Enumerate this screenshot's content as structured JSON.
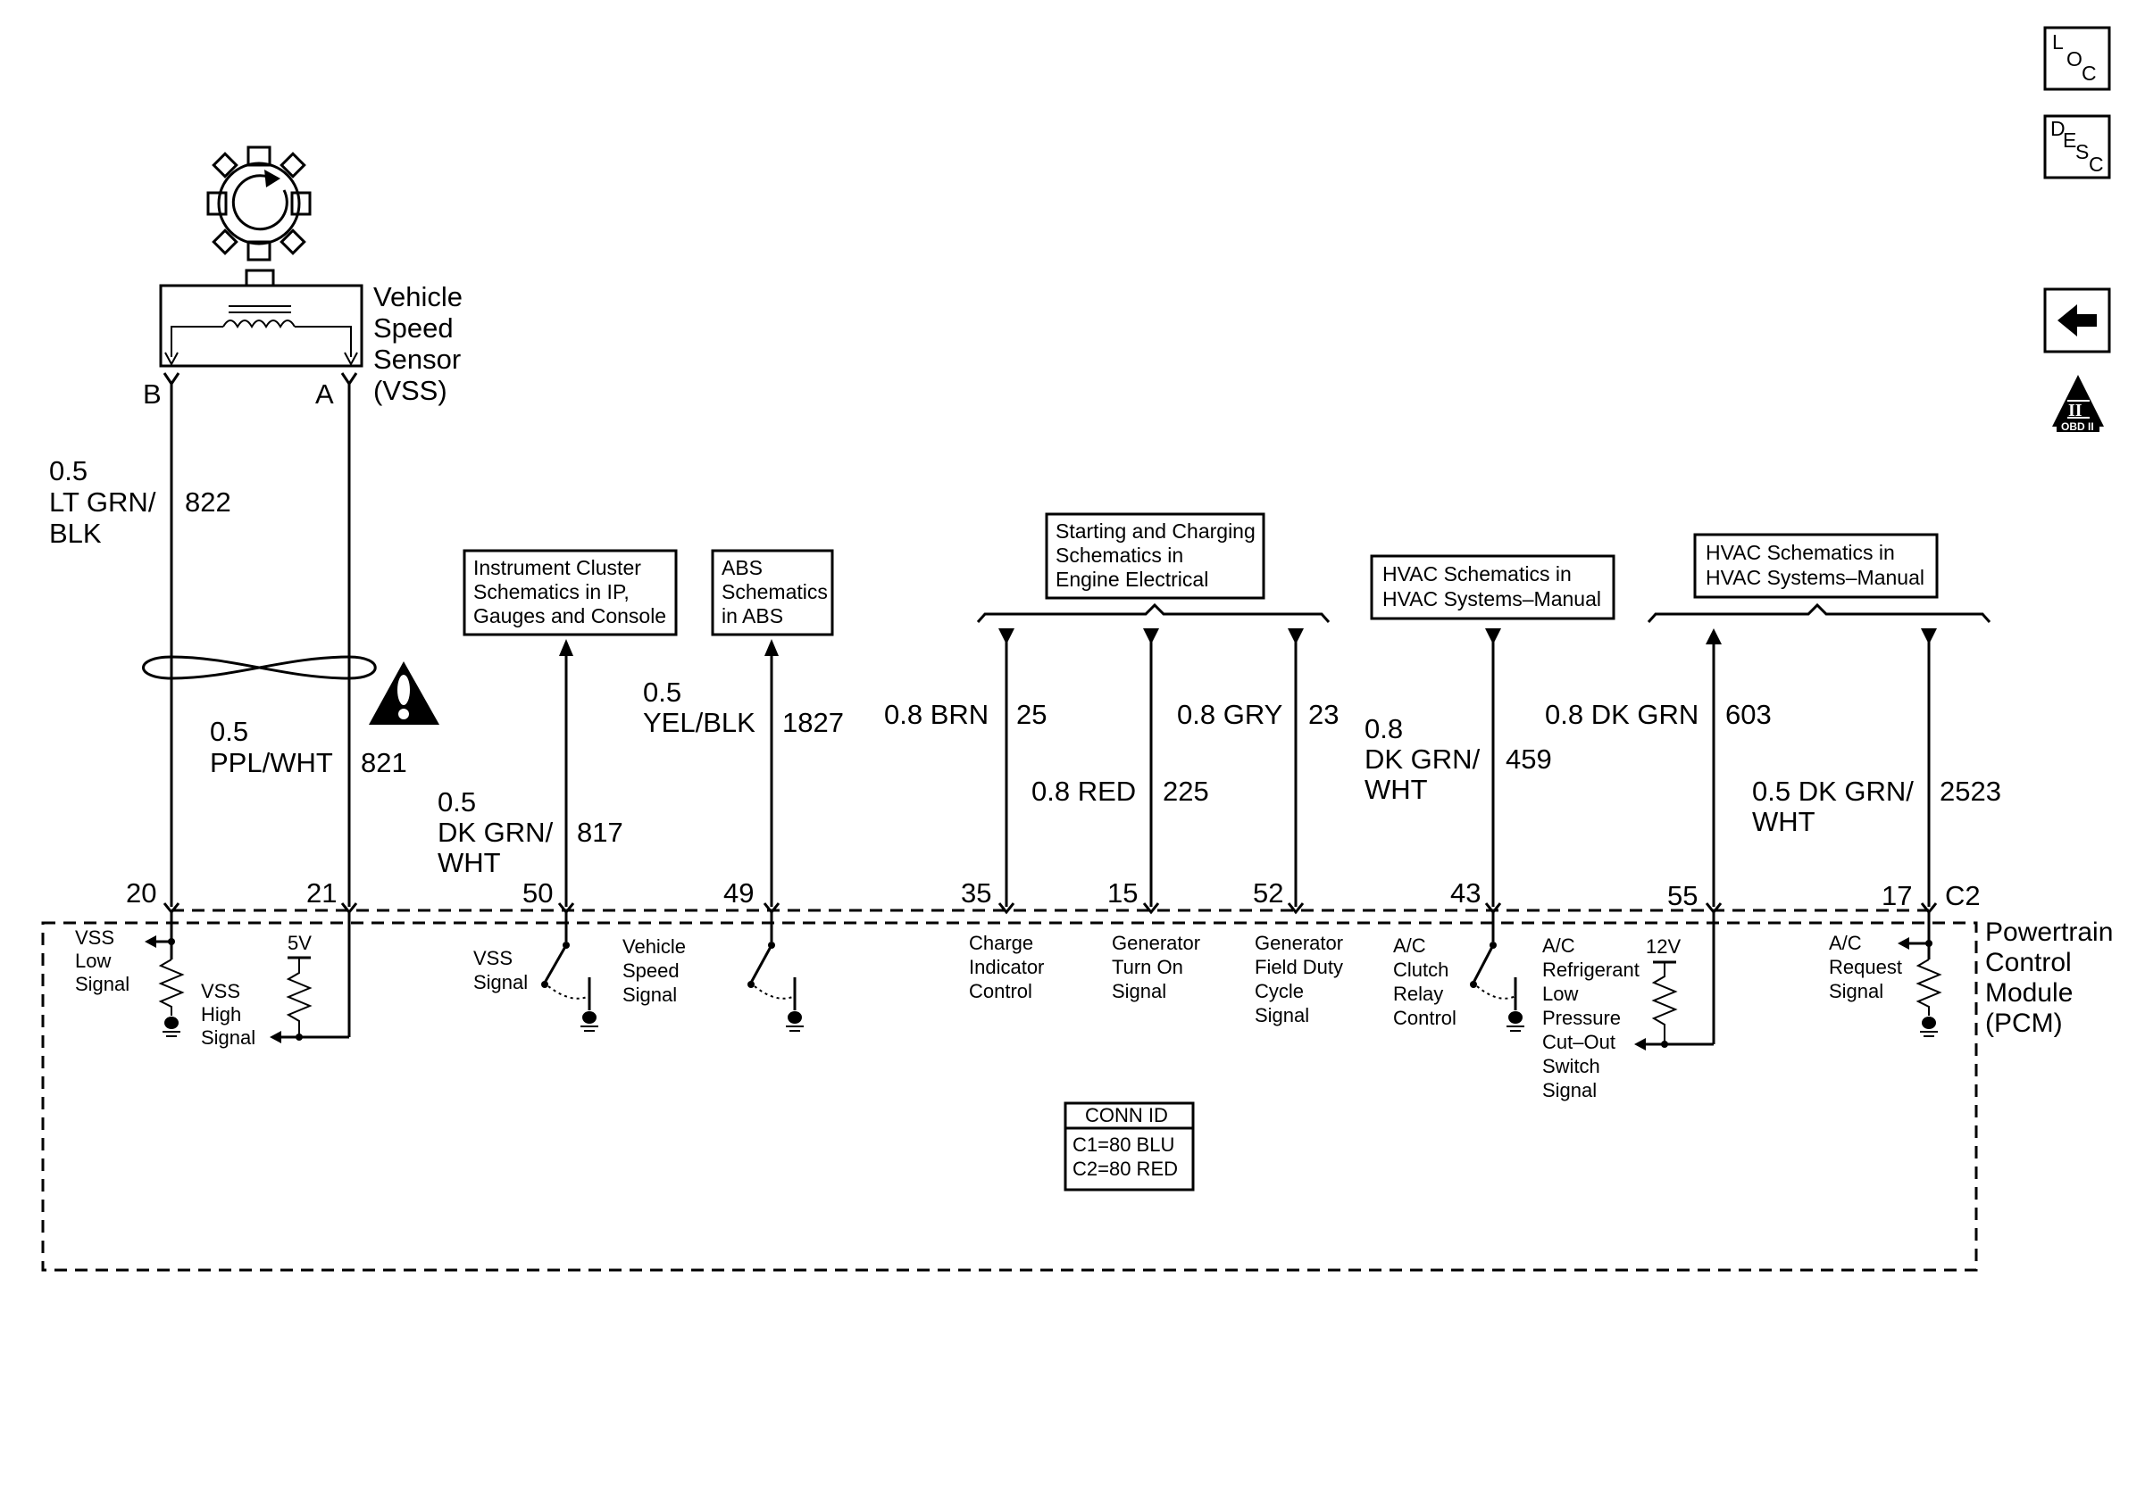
{
  "sensor": {
    "name_lines": [
      "Vehicle",
      "Speed",
      "Sensor",
      "(VSS)"
    ],
    "pin_b": "B",
    "pin_a": "A"
  },
  "wires": [
    {
      "id": "822",
      "lines": [
        "0.5",
        "LT GRN/",
        "BLK"
      ],
      "circuit": "822"
    },
    {
      "id": "821",
      "lines": [
        "0.5",
        "PPL/WHT"
      ],
      "circuit": "821"
    },
    {
      "id": "817",
      "lines": [
        "0.5",
        "DK GRN/",
        "WHT"
      ],
      "circuit": "817"
    },
    {
      "id": "1827",
      "lines": [
        "0.5",
        "YEL/BLK"
      ],
      "circuit": "1827"
    },
    {
      "id": "25",
      "lines": [
        "0.8 BRN"
      ],
      "circuit": "25"
    },
    {
      "id": "225",
      "lines": [
        "0.8 RED"
      ],
      "circuit": "225"
    },
    {
      "id": "23",
      "lines": [
        "0.8 GRY"
      ],
      "circuit": "23"
    },
    {
      "id": "459",
      "lines": [
        "0.8",
        "DK GRN/",
        "WHT"
      ],
      "circuit": "459"
    },
    {
      "id": "603",
      "lines": [
        "0.8 DK GRN"
      ],
      "circuit": "603"
    },
    {
      "id": "2523",
      "lines": [
        "0.5 DK GRN/",
        "WHT"
      ],
      "circuit": "2523"
    }
  ],
  "pins": [
    "20",
    "21",
    "50",
    "49",
    "35",
    "15",
    "52",
    "43",
    "55",
    "17"
  ],
  "connector_label": "C2",
  "module": {
    "name_lines": [
      "Powertrain",
      "Control",
      "Module",
      "(PCM)"
    ]
  },
  "references": [
    {
      "id": "cluster",
      "lines": [
        "Instrument Cluster",
        "Schematics in IP,",
        "Gauges and Console"
      ]
    },
    {
      "id": "abs",
      "lines": [
        "ABS",
        "Schematics",
        "in ABS"
      ]
    },
    {
      "id": "charging",
      "lines": [
        "Starting and Charging",
        "Schematics in",
        "Engine Electrical"
      ]
    },
    {
      "id": "hvac1",
      "lines": [
        "HVAC Schematics in",
        "HVAC Systems–Manual"
      ]
    },
    {
      "id": "hvac2",
      "lines": [
        "HVAC Schematics in",
        "HVAC Systems–Manual"
      ]
    }
  ],
  "internal_labels": {
    "vss_low": [
      "VSS",
      "Low",
      "Signal"
    ],
    "vss_high": [
      "VSS",
      "High",
      "Signal"
    ],
    "v5": "5V",
    "vss_signal": [
      "VSS",
      "Signal"
    ],
    "vehicle_speed_signal": [
      "Vehicle",
      "Speed",
      "Signal"
    ],
    "charge_indicator": [
      "Charge",
      "Indicator",
      "Control"
    ],
    "generator_turn_on": [
      "Generator",
      "Turn On",
      "Signal"
    ],
    "generator_field": [
      "Generator",
      "Field Duty",
      "Cycle",
      "Signal"
    ],
    "ac_clutch": [
      "A/C",
      "Clutch",
      "Relay",
      "Control"
    ],
    "ac_refrigerant": [
      "A/C",
      "Refrigerant",
      "Low",
      "Pressure",
      "Cut–Out",
      "Switch",
      "Signal"
    ],
    "v12": "12V",
    "ac_request": [
      "A/C",
      "Request",
      "Signal"
    ]
  },
  "conn_id": {
    "title": "CONN ID",
    "lines": [
      "C1=80 BLU",
      "C2=80 RED"
    ]
  },
  "side_icons": {
    "loc": {
      "l1": "L",
      "l2": "O",
      "l3": "C"
    },
    "desc": {
      "l1": "D",
      "l2": "E",
      "l3": "S",
      "l4": "C"
    },
    "back_icon": "arrow-left",
    "obd_label": "OBD II",
    "obd_numeral": "II"
  }
}
